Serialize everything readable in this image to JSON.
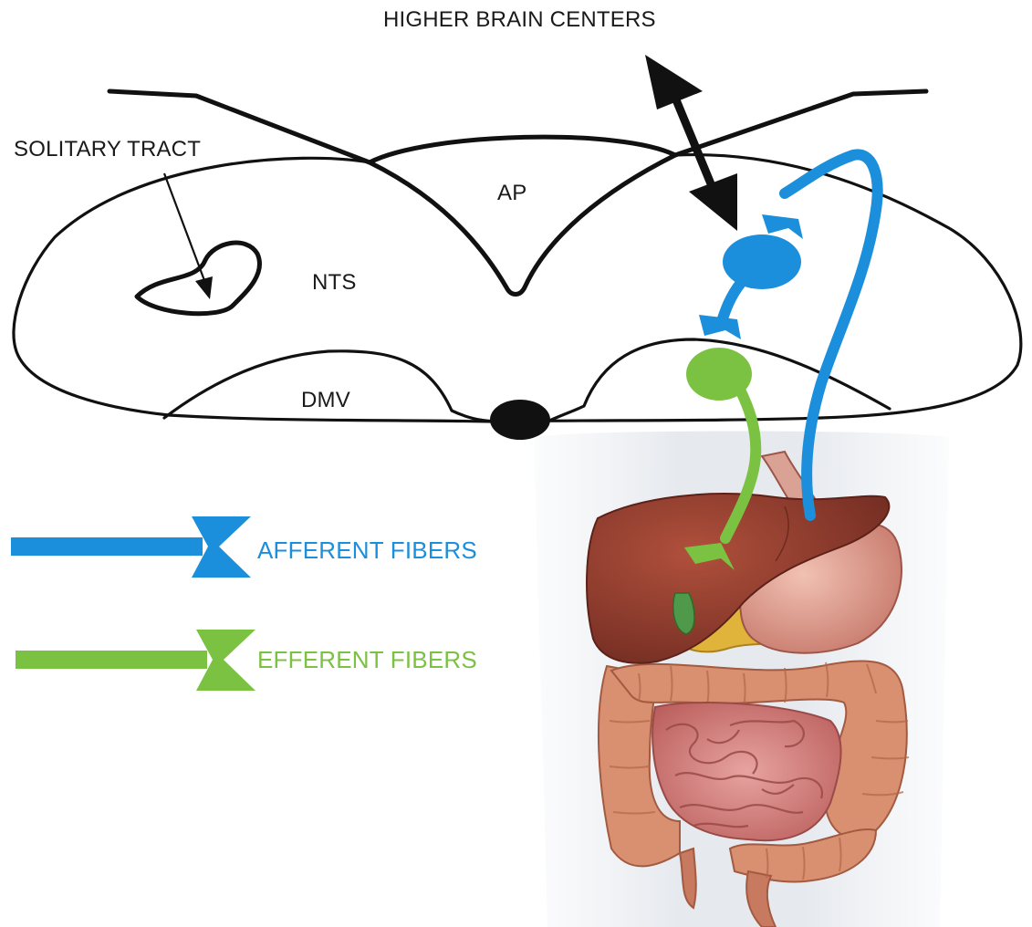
{
  "labels": {
    "higher_brain_centers": "HIGHER BRAIN CENTERS",
    "solitary_tract": "SOLITARY TRACT",
    "ap": "AP",
    "nts": "NTS",
    "dmv": "DMV"
  },
  "legend": {
    "afferent": {
      "label": "AFFERENT FIBERS",
      "color": "#1b8fdb"
    },
    "efferent": {
      "label": "EFFERENT FIBERS",
      "color": "#7cc242"
    }
  },
  "colors": {
    "outline": "#111111",
    "afferent": "#1b8fdb",
    "efferent": "#7cc242",
    "liver": "#8c3b2c",
    "stomach": "#d99485",
    "colon": "#d99070",
    "small_intestine": "#d98a8a",
    "pancreas": "#e0b43a"
  }
}
